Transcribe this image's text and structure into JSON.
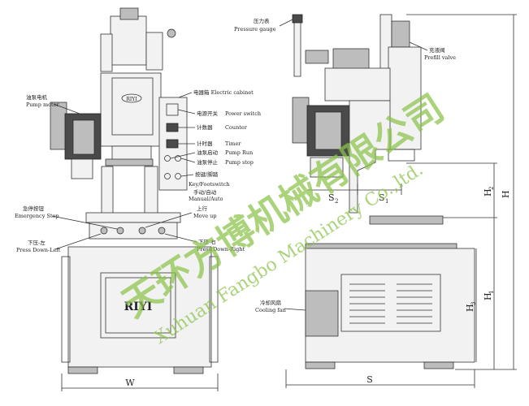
{
  "labels": {
    "pump_motor_cn": "油泵电机",
    "pump_motor_en": "Pump motor",
    "electric_cabinet": "电器箱  Electric cabinet",
    "power_switch_cn": "电源开关",
    "power_switch_en": "Power switch",
    "counter_cn": "计数器",
    "counter_en": "Counter",
    "timer_cn": "计时器",
    "timer_en": "Timer",
    "pump_run_cn": "油泵启动",
    "pump_run_en": "Pump Run",
    "pump_stop_cn": "油泵停止",
    "pump_stop_en": "Pump stop",
    "key_foot_cn": "按键/脚踏",
    "key_foot_en": "Key/Footswitch",
    "manual_auto_cn": "手动/自动",
    "manual_auto_en": "Manual/Auto",
    "move_up_cn": "上行",
    "move_up_en": "Move up",
    "emergency_cn": "急停按钮",
    "emergency_en": "Emergency Stop",
    "press_left_cn": "下压-左",
    "press_left_en": "Press Down-Left",
    "press_right_cn": "下压-右",
    "press_right_en": "Press Down-Right",
    "pressure_gauge_cn": "压力表",
    "pressure_gauge_en": "Pressure gauge",
    "prefill_valve_cn": "充液阀",
    "prefill_valve_en": "Prefill valve",
    "cooling_fan_cn": "冷却风扇",
    "cooling_fan_en": "Cooling fan",
    "brand": "RIYI"
  },
  "dimensions": {
    "w": "W",
    "s": "S",
    "s1": "S",
    "s1_sub": "1",
    "s2": "S",
    "s2_sub": "2",
    "h": "H",
    "h1": "H",
    "h1_sub": "1",
    "h2": "H",
    "h2_sub": "2",
    "h3": "H",
    "h3_sub": "3"
  },
  "watermark": {
    "cn": "天环方博机械有限公司",
    "en": "Xuhuan Fangbo Machinery Co.,ltd."
  }
}
